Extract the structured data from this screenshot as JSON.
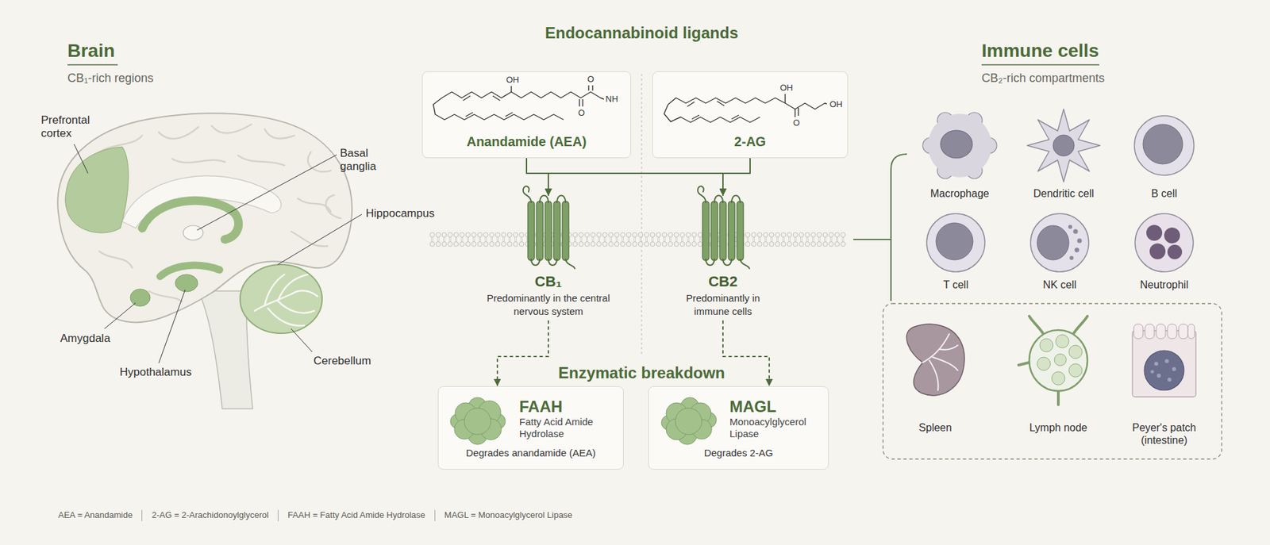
{
  "diagram": {
    "nodes": [
      {
        "text": [
          "Anandamide (AEA)"
        ]
      },
      {
        "text": [
          "2-AG"
        ]
      },
      {
        "text": [
          "CB₁",
          "Predominantly in the central nervous system"
        ]
      },
      {
        "text": [
          "CB2",
          "Predominantly in immune cells"
        ]
      },
      {
        "text": [
          "FAAH",
          "Fatty Acid Amide Hydrolase",
          "Degrades anandamide (AEA)"
        ]
      },
      {
        "text": [
          "MAGL",
          "Monoacylglycerol Lipase",
          "Degrades 2-AG"
        ]
      },
      {
        "text": [
          "Macrophage"
        ]
      },
      {
        "text": [
          "Dendritic cell"
        ]
      },
      {
        "text": [
          "B cell"
        ]
      },
      {
        "text": [
          "T cell"
        ]
      },
      {
        "text": [
          "NK cell"
        ]
      },
      {
        "text": [
          "Neutrophil"
        ]
      },
      {
        "text": [
          "Spleen"
        ]
      },
      {
        "text": [
          "Lymph node"
        ]
      },
      {
        "text": [
          "Peyer's patch (intestine)"
        ]
      }
    ],
    "edges": [
      {
        "from": 0,
        "to": 2,
        "arrow": "to"
      },
      {
        "from": 0,
        "to": 3,
        "arrow": "to"
      },
      {
        "from": 1,
        "to": 2,
        "arrow": "to"
      },
      {
        "from": 1,
        "to": 3,
        "arrow": "to"
      },
      {
        "from": 2,
        "to": 4,
        "arrow": "to"
      },
      {
        "from": 3,
        "to": 5,
        "arrow": "to"
      }
    ],
    "labels": [
      "Brain",
      "CB₁-rich regions",
      "Prefrontal cortex",
      "Basal ganglia",
      "Hippocampus",
      "Amygdala",
      "Hypothalamus",
      "Cerebellum",
      "Endocannabinoid ligands",
      "OH",
      "O",
      "NH",
      "O",
      "OH",
      "O",
      "OH",
      "Enzymatic breakdown",
      "Immune cells",
      "CB₂-rich compartments",
      "AEA = Anandamide",
      "2-AG = 2-Arachidonoylglycerol",
      "FAAH = Fatty Acid Amide Hydrolase",
      "MAGL = Monoacylglycerol Lipase"
    ]
  }
}
